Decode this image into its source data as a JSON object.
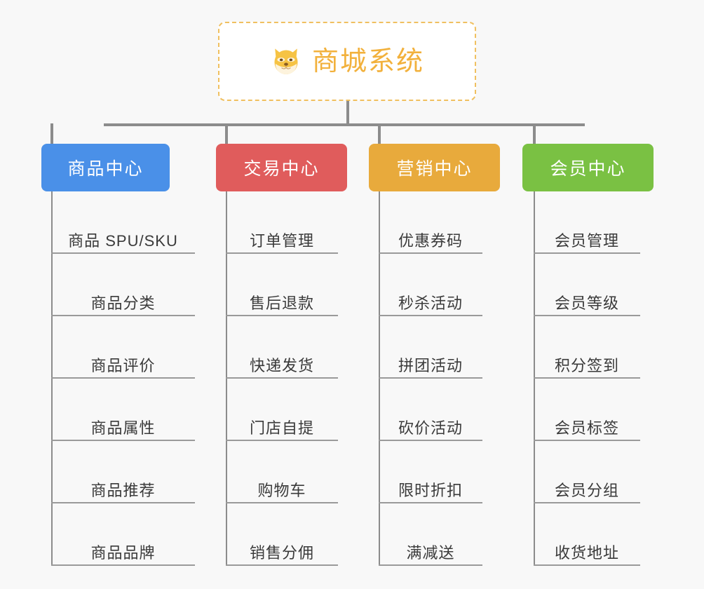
{
  "background_color": "#f8f8f8",
  "root": {
    "icon": "shiba-dog-face-icon",
    "title": "商城系统",
    "title_color": "#f2b13c",
    "border_color": "#f0c060"
  },
  "connector_color": "#8c8c8c",
  "columns": [
    {
      "id": "product-center",
      "label": "商品中心",
      "color": "#4a90e8",
      "items": [
        "商品 SPU/SKU",
        "商品分类",
        "商品评价",
        "商品属性",
        "商品推荐",
        "商品品牌"
      ]
    },
    {
      "id": "trade-center",
      "label": "交易中心",
      "color": "#e05c5c",
      "items": [
        "订单管理",
        "售后退款",
        "快递发货",
        "门店自提",
        "购物车",
        "销售分佣"
      ]
    },
    {
      "id": "marketing-center",
      "label": "营销中心",
      "color": "#e8aa3c",
      "items": [
        "优惠券码",
        "秒杀活动",
        "拼团活动",
        "砍价活动",
        "限时折扣",
        "满减送"
      ]
    },
    {
      "id": "member-center",
      "label": "会员中心",
      "color": "#7ac143",
      "items": [
        "会员管理",
        "会员等级",
        "积分签到",
        "会员标签",
        "会员分组",
        "收货地址"
      ]
    }
  ]
}
